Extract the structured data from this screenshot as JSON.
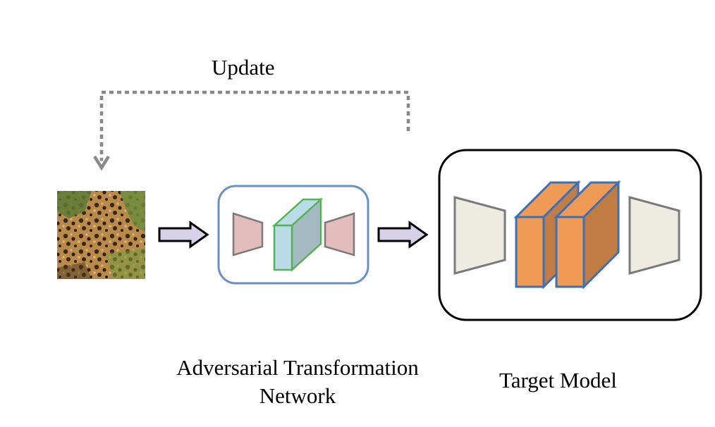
{
  "labels": {
    "update": "Update",
    "atn_line1": "Adversarial Transformation",
    "atn_line2": "Network",
    "target_model": "Target Model"
  },
  "image": {
    "name": "input-image",
    "subject": "jaguar"
  },
  "colors": {
    "atn_box_border": "#6a8fc4",
    "target_box_border": "#000000",
    "atn_trapezoid_fill": "#e3bcbc",
    "atn_block_front": "#b9dce8",
    "atn_block_side": "#a5b9c0",
    "atn_block_border": "#56b353",
    "target_trapezoid_fill": "#eeebe3",
    "target_block_front": "#ef9b55",
    "target_block_side": "#c17c44",
    "target_block_border": "#3d6fb8",
    "arrow_fill": "#d6d1e8",
    "dotted_arrow": "#888888"
  }
}
